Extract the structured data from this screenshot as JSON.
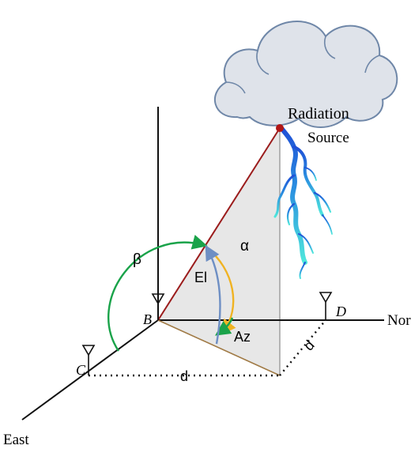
{
  "labels": {
    "radiation": "Radiation",
    "source": "Source",
    "north": "North",
    "east": "East",
    "point_b": "B",
    "point_c": "C",
    "point_d": "D",
    "alpha": "α",
    "beta": "β",
    "el": "El",
    "az": "Az",
    "d_bottom": "d",
    "d_right": "d"
  },
  "colors": {
    "red_line": "#9b1c1c",
    "green_arc": "#1aa34a",
    "yellow_arc": "#f0b323",
    "blue_arc": "#6e8fc4",
    "triangle_fill": "#e7e7e7",
    "cloud_fill": "#dfe3ea",
    "cloud_stroke": "#6f87a8",
    "lightning_top": "#1f4fd6",
    "lightning_bottom": "#4fe7dc",
    "brown_line": "#a07a45"
  },
  "icons": [
    "cloud-icon",
    "lightning-icon",
    "antenna-icon"
  ]
}
